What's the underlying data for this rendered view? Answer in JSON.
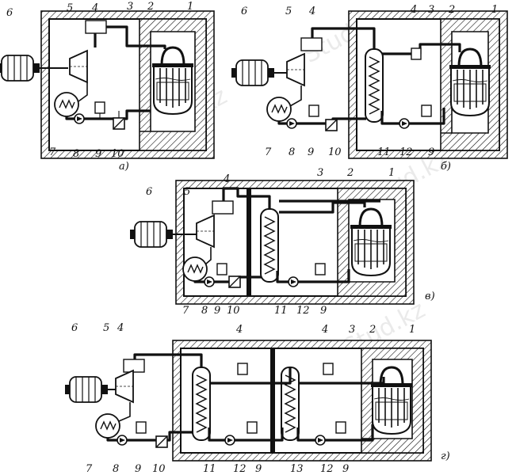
{
  "watermark": "Stud.kz",
  "panels": [
    {
      "caption": "а)",
      "labels": {
        "generator": "6",
        "turbine": "5",
        "separator": "4",
        "loop": "3",
        "shield": "2",
        "reactor": "1",
        "condenser": "7",
        "pump": "8",
        "compensator": "9",
        "heater": "10"
      }
    },
    {
      "caption": "б)",
      "labels": {
        "generator": "6",
        "turbine": "5",
        "separator": "4",
        "compensator_top": "4",
        "loop": "3",
        "shield": "2",
        "reactor": "1",
        "condenser": "7",
        "pump": "8",
        "compensator": "9",
        "heater": "10",
        "steam_generator": "11",
        "circ_pump": "12",
        "compensator_2": "9"
      }
    },
    {
      "caption": "в)",
      "labels": {
        "generator": "6",
        "turbine": "5",
        "separator": "4",
        "loop": "3",
        "shield": "2",
        "reactor": "1",
        "condenser": "7",
        "pump": "8",
        "compensator": "9",
        "heater": "10",
        "steam_generator": "11",
        "circ_pump": "12",
        "compensator_2": "9"
      }
    },
    {
      "caption": "г)",
      "labels": {
        "generator": "6",
        "turbine": "5",
        "separator": "4",
        "compensator_mid": "4",
        "compensator_right": "4",
        "loop": "3",
        "shield": "2",
        "reactor": "1",
        "condenser": "7",
        "pump": "8",
        "compensator": "9",
        "heater": "10",
        "steam_generator": "11",
        "circ_pump": "12",
        "compensator_2": "9",
        "intermediate_hx": "13",
        "circ_pump_2": "12",
        "compensator_3": "9"
      }
    }
  ]
}
